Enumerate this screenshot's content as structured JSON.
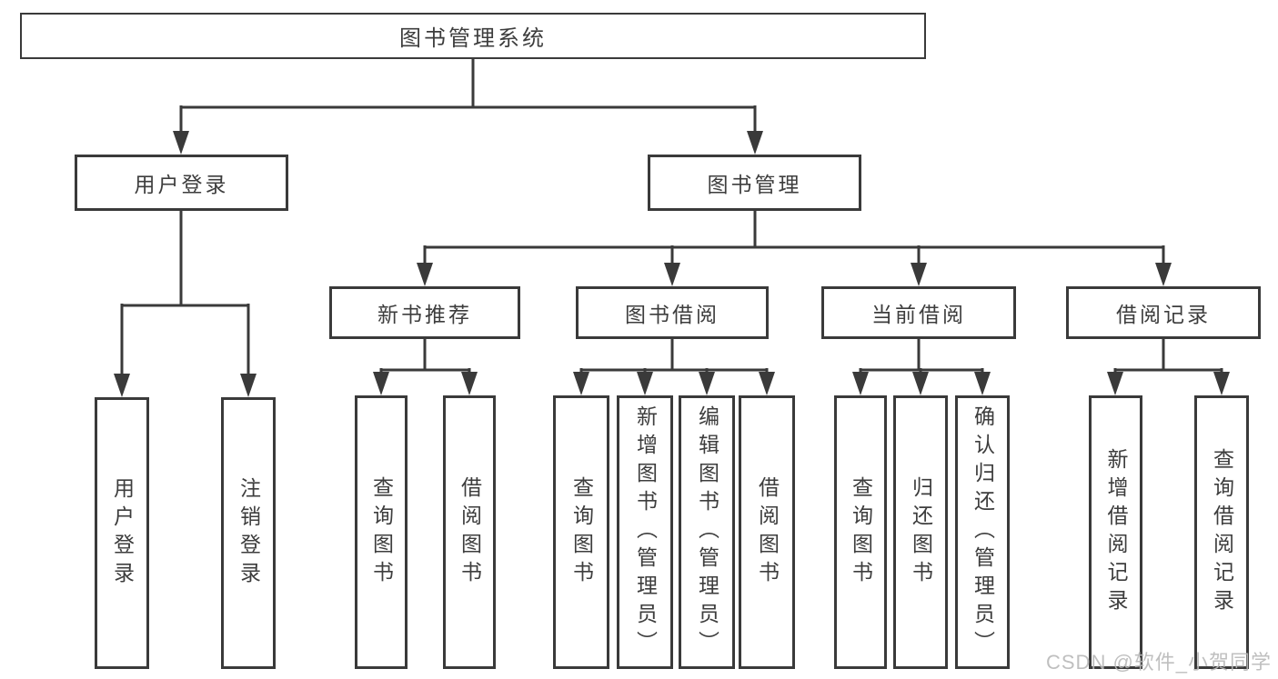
{
  "diagram": {
    "title": "图书管理系统",
    "level2": {
      "user_login": "用户登录",
      "book_management": "图书管理"
    },
    "level3": {
      "new_books": "新书推荐",
      "book_borrowing": "图书借阅",
      "current_borrowing": "当前借阅",
      "borrow_records": "借阅记录"
    },
    "leaves": {
      "user_login": [
        "用户登录",
        "注销登录"
      ],
      "new_books": [
        "查询图书",
        "借阅图书"
      ],
      "book_borrowing": [
        "查询图书",
        "新增图书（管理员）",
        "编辑图书（管理员）",
        "借阅图书"
      ],
      "current_borrowing": [
        "查询图书",
        "归还图书",
        "确认归还（管理员）"
      ],
      "borrow_records": [
        "新增借阅记录",
        "查询借阅记录"
      ]
    }
  },
  "watermark": "CSDN @软件_小贺同学",
  "colors": {
    "line": "#3a3a3a",
    "text": "#3d3d3d",
    "watermark": "#b9b9b9",
    "background": "#ffffff"
  }
}
